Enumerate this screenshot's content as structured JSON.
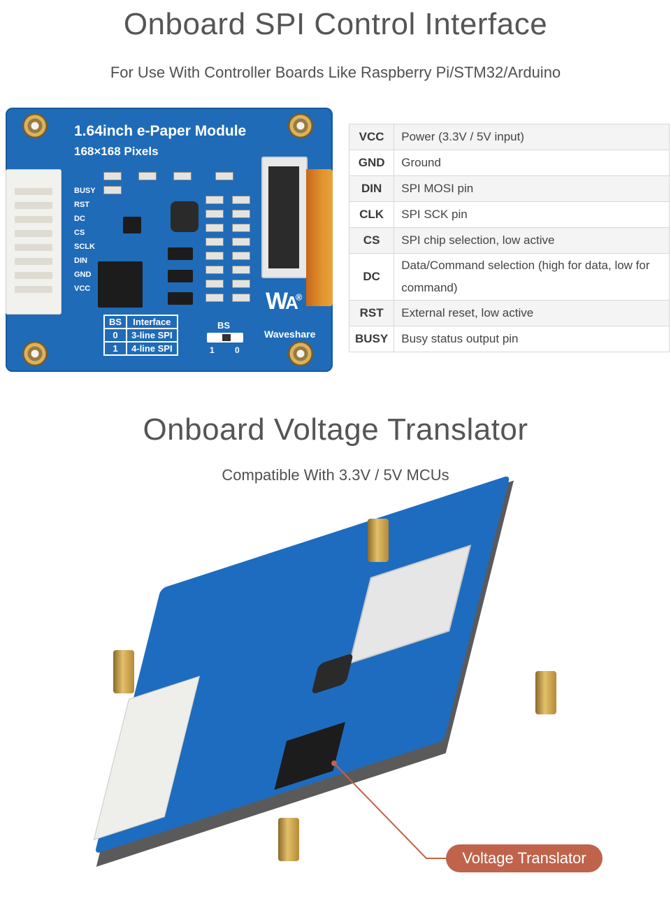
{
  "section1": {
    "title": "Onboard SPI Control Interface",
    "subtitle": "For Use With Controller Boards Like Raspberry Pi/STM32/Arduino"
  },
  "board_top": {
    "name": "1.64inch e-Paper Module",
    "resolution": "168×168 Pixels",
    "pins": [
      "BUSY",
      "RST",
      "DC",
      "CS",
      "SCLK",
      "DIN",
      "GND",
      "VCC"
    ],
    "bs_table": {
      "headers": [
        "BS",
        "Interface"
      ],
      "rows": [
        [
          "0",
          "3-line SPI"
        ],
        [
          "1",
          "4-line SPI"
        ]
      ]
    },
    "bs_label": "BS",
    "bs_switch": [
      "1",
      "0"
    ],
    "brand": "Waveshare"
  },
  "pin_table": [
    {
      "pin": "VCC",
      "desc": "Power (3.3V / 5V input)"
    },
    {
      "pin": "GND",
      "desc": "Ground"
    },
    {
      "pin": "DIN",
      "desc": "SPI MOSI pin"
    },
    {
      "pin": "CLK",
      "desc": "SPI SCK pin"
    },
    {
      "pin": "CS",
      "desc": "SPI chip selection, low active"
    },
    {
      "pin": "DC",
      "desc": "Data/Command selection (high for data, low for command)"
    },
    {
      "pin": "RST",
      "desc": "External reset, low active"
    },
    {
      "pin": "BUSY",
      "desc": "Busy status output pin"
    }
  ],
  "section2": {
    "title": "Onboard Voltage Translator",
    "subtitle": "Compatible With 3.3V / 5V MCUs",
    "callout": "Voltage Translator"
  },
  "colors": {
    "pcb_blue": "#1f6bb8",
    "callout": "#c0634b",
    "title_gray": "#555555"
  }
}
